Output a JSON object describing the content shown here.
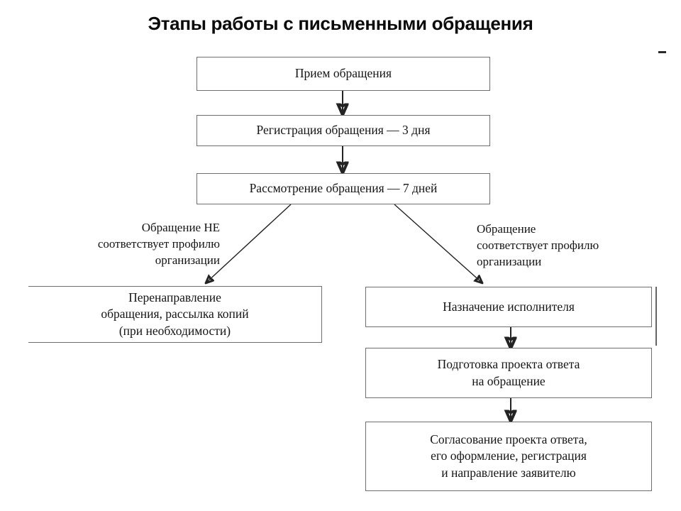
{
  "title": "Этапы работы с письменными обращения",
  "diagram": {
    "type": "flowchart",
    "nodes": [
      {
        "id": "intake",
        "label": "Прием обращения"
      },
      {
        "id": "register",
        "label": "Регистрация обращения — 3 дня"
      },
      {
        "id": "review",
        "label": "Рассмотрение обращения — 7 дней"
      },
      {
        "id": "redirect",
        "label": "Перенаправление\nобращения, рассылка копий\n(при необходимости)"
      },
      {
        "id": "assign",
        "label": "Назначение исполнителя"
      },
      {
        "id": "draft",
        "label": "Подготовка проекта ответа\nна обращение"
      },
      {
        "id": "approve",
        "label": "Согласование проекта ответа,\nего оформление, регистрация\nи направление заявителю"
      }
    ],
    "branch_labels": {
      "left": "Обращение НЕ\nсоответствует профилю\nорганизации",
      "right": "Обращение\nсоответствует профилю\nорганизации"
    },
    "edges": [
      {
        "from": "intake",
        "to": "register",
        "kind": "vertical-arrow"
      },
      {
        "from": "register",
        "to": "review",
        "kind": "vertical-arrow"
      },
      {
        "from": "review",
        "to": "redirect",
        "kind": "diagonal-arrow",
        "label_ref": "left"
      },
      {
        "from": "review",
        "to": "assign",
        "kind": "diagonal-arrow",
        "label_ref": "right"
      },
      {
        "from": "assign",
        "to": "draft",
        "kind": "vertical-arrow"
      },
      {
        "from": "draft",
        "to": "approve",
        "kind": "vertical-arrow"
      }
    ],
    "colors": {
      "box_border": "#6f6f6f",
      "arrow": "#232323",
      "text": "#151515",
      "background": "#ffffff"
    }
  }
}
